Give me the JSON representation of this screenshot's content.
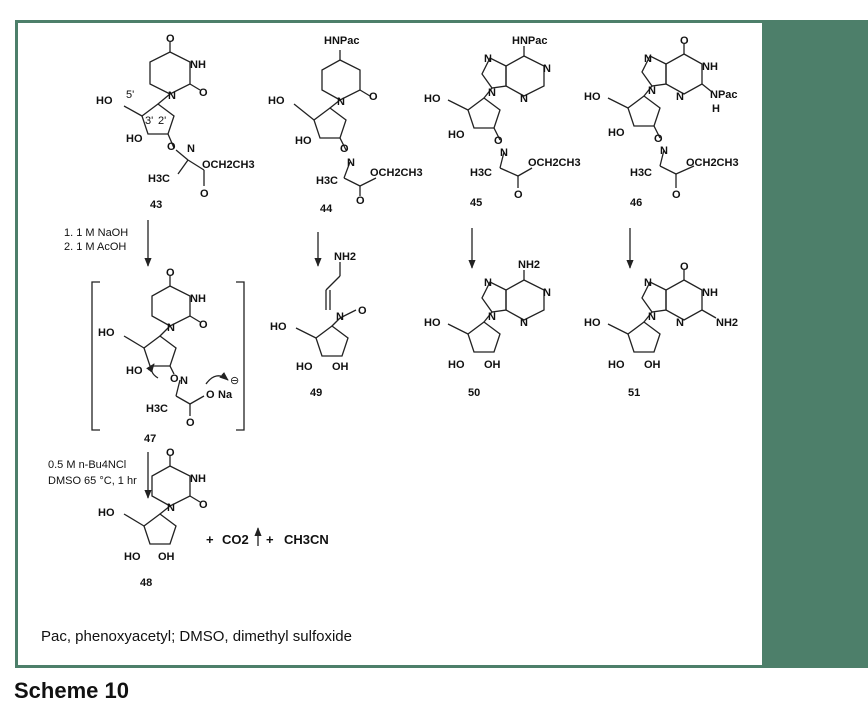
{
  "caption": {
    "title": "Scheme 10",
    "footnote": "Pac, phenoxyacetyl; DMSO, dimethyl sulfoxide"
  },
  "compounds": {
    "c43": "43",
    "c44": "44",
    "c45": "45",
    "c46": "46",
    "c47": "47",
    "c48": "48",
    "c49": "49",
    "c50": "50",
    "c51": "51"
  },
  "atoms": {
    "O": "O",
    "N": "N",
    "NH": "NH",
    "HO": "HO",
    "OH": "OH",
    "HNPac": "HNPac",
    "NPac": "NPac",
    "H": "H",
    "NH2": "NH2",
    "H3C": "H3C",
    "OCH2CH3": "OCH2CH3",
    "Na": "Na",
    "minus": "⊖",
    "five_prime": "5'",
    "three_prime": "3'",
    "two_prime": "2'"
  },
  "conditions": {
    "step1": "1. 1 M NaOH",
    "step2": "2. 1 M AcOH",
    "step3a": "0.5 M n-Bu4NCl",
    "step3b": "DMSO 65 °C, 1 hr"
  },
  "byproducts": {
    "plus1": "+",
    "co2": "CO2",
    "plus2": "+",
    "ch3cn": "CH3CN"
  },
  "colors": {
    "frame": "#4d7f6a",
    "panel": "#ffffff",
    "ink": "#111111"
  }
}
